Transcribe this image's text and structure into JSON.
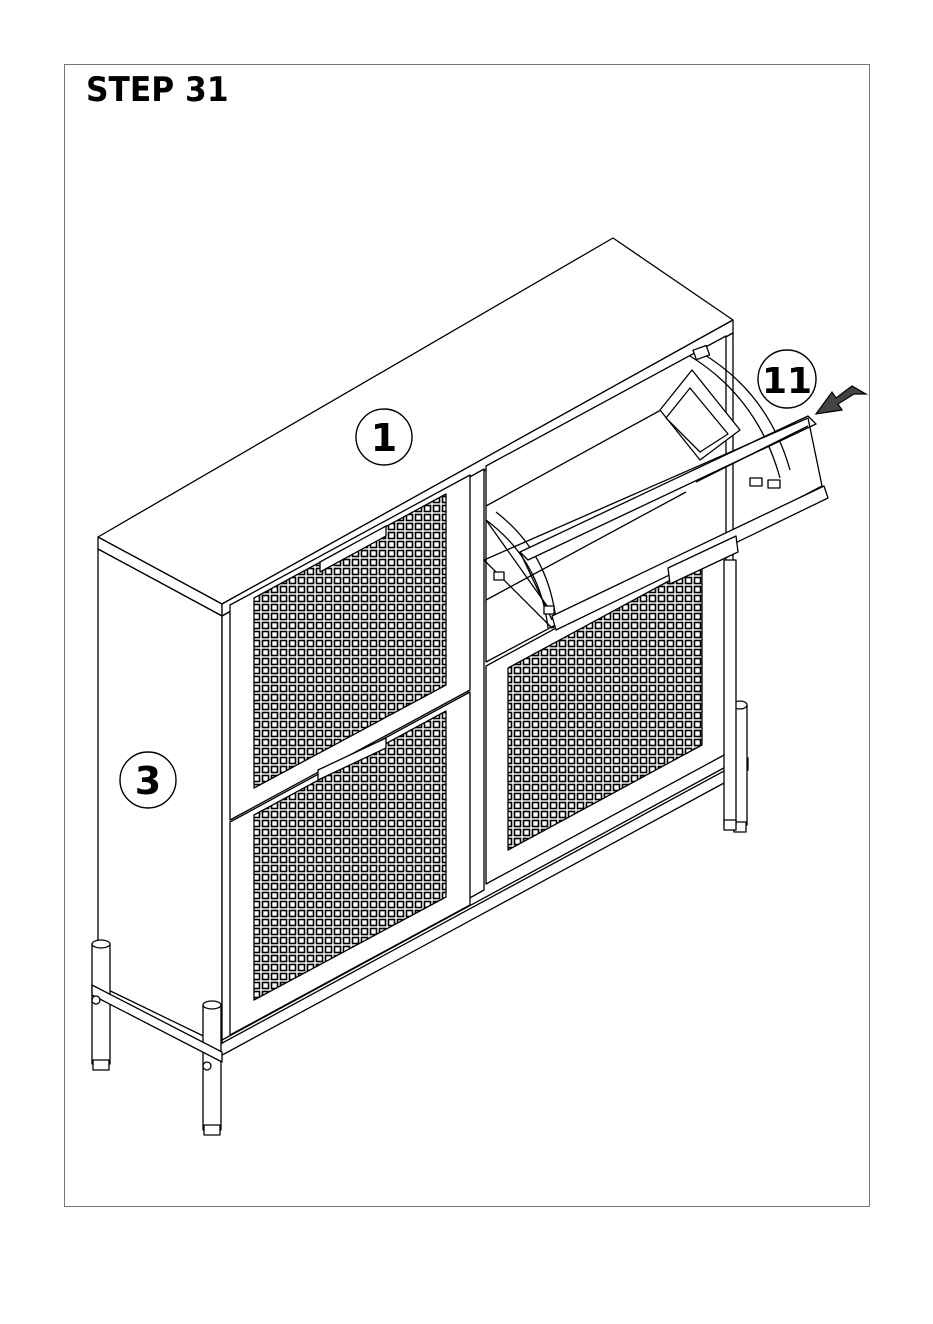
{
  "step": {
    "title": "STEP 31"
  },
  "callouts": [
    {
      "id": "part-1",
      "label": "1"
    },
    {
      "id": "part-3",
      "label": "3"
    },
    {
      "id": "part-11",
      "label": "11"
    }
  ],
  "colors": {
    "line": "#000000",
    "background": "#ffffff"
  }
}
